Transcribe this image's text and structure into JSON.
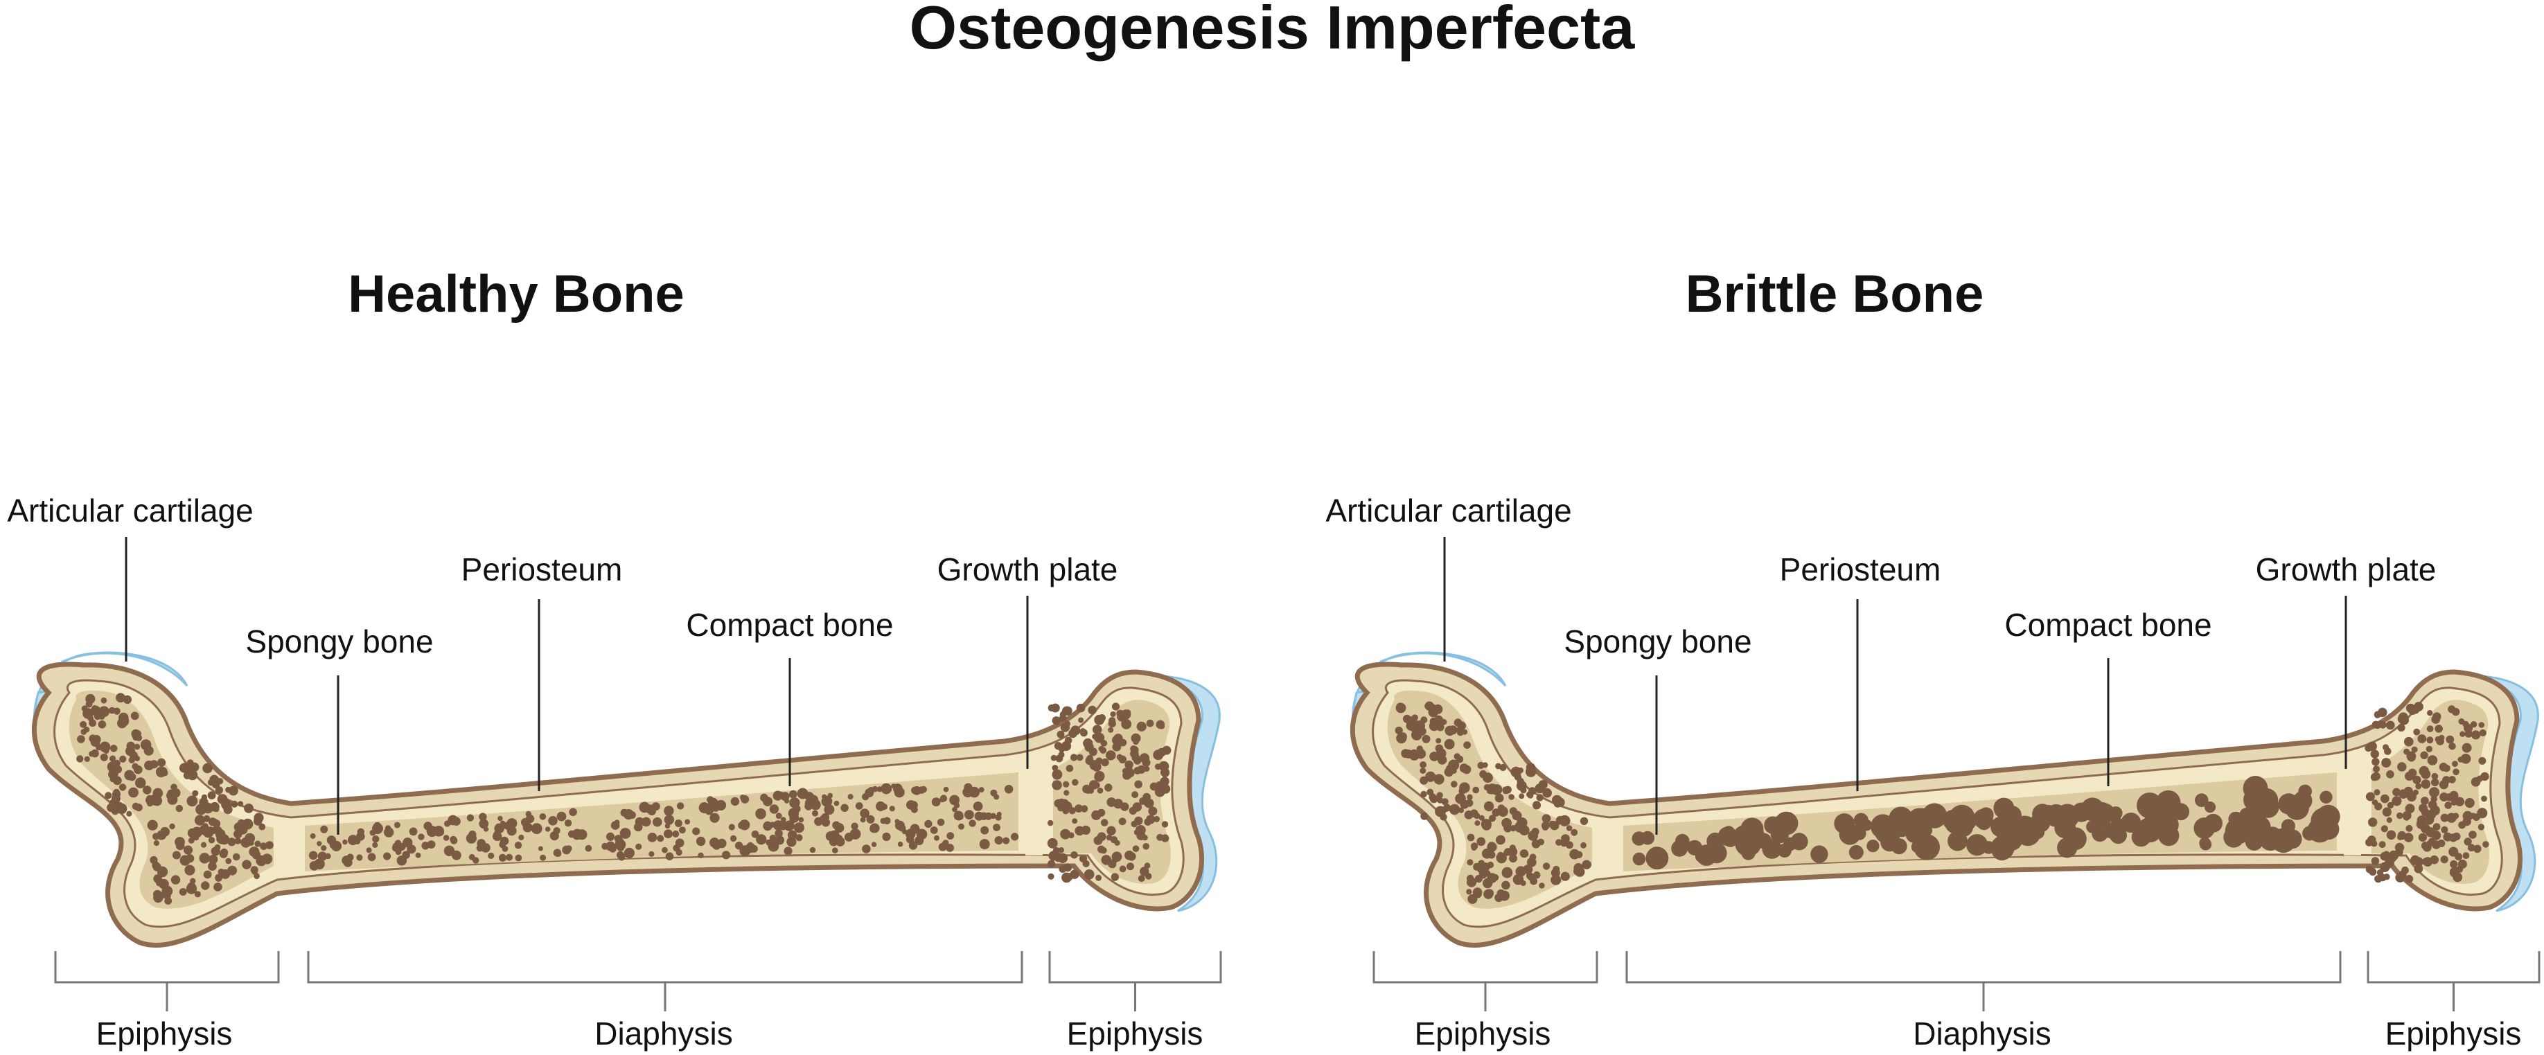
{
  "title": "Osteogenesis Imperfecta",
  "panels": [
    {
      "heading": "Healthy Bone",
      "labels": {
        "articular_cartilage": "Articular cartilage",
        "spongy_bone": "Spongy bone",
        "periosteum": "Periosteum",
        "compact_bone": "Compact bone",
        "growth_plate": "Growth plate",
        "epiphysis_left": "Epiphysis",
        "diaphysis": "Diaphysis",
        "epiphysis_right": "Epiphysis"
      },
      "marrow_pores": "small"
    },
    {
      "heading": "Brittle Bone",
      "labels": {
        "articular_cartilage": "Articular cartilage",
        "spongy_bone": "Spongy bone",
        "periosteum": "Periosteum",
        "compact_bone": "Compact bone",
        "growth_plate": "Growth plate",
        "epiphysis_left": "Epiphysis",
        "diaphysis": "Diaphysis",
        "epiphysis_right": "Epiphysis"
      },
      "marrow_pores": "large"
    }
  ],
  "colors": {
    "bone_outline": "#8f6c50",
    "bone_outer": "#e6d8b3",
    "bone_inner": "#f3e9c6",
    "marrow": "#dccba0",
    "pore": "#7a5a43",
    "cartilage": "#bfe0f2",
    "cartilage_edge": "#86bfe0",
    "line": "#222222",
    "bracket": "#777777"
  }
}
